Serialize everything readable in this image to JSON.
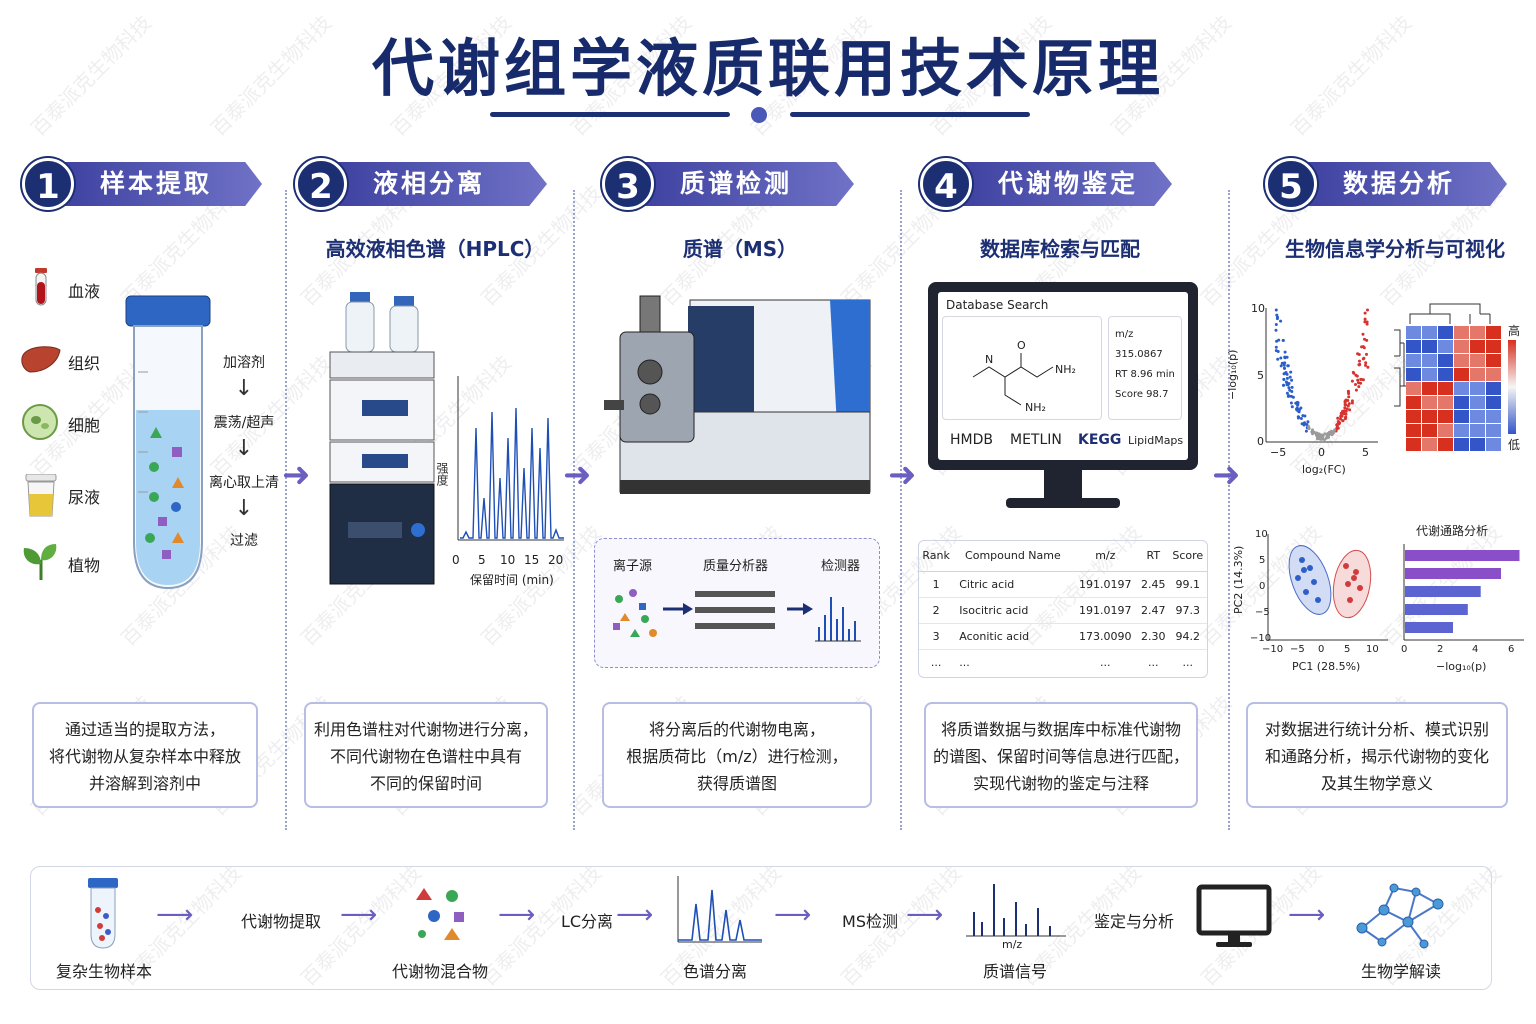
{
  "title": "代谢组学液质联用技术原理",
  "watermark": "百泰派克生物科技",
  "steps": [
    {
      "num": "1",
      "label": "样本提取",
      "subtitle": "",
      "desc": [
        "通过适当的提取方法，",
        "将代谢物从复杂样本中释放",
        "并溶解到溶剂中"
      ]
    },
    {
      "num": "2",
      "label": "液相分离",
      "subtitle": "高效液相色谱（HPLC）",
      "desc": [
        "利用色谱柱对代谢物进行分离，",
        "不同代谢物在色谱柱中具有",
        "不同的保留时间"
      ]
    },
    {
      "num": "3",
      "label": "质谱检测",
      "subtitle": "质谱（MS）",
      "desc": [
        "将分离后的代谢物电离，",
        "根据质荷比（m/z）进行检测，",
        "获得质谱图"
      ]
    },
    {
      "num": "4",
      "label": "代谢物鉴定",
      "subtitle": "数据库检索与匹配",
      "desc": [
        "将质谱数据与数据库中标准代谢物",
        "的谱图、保留时间等信息进行匹配，",
        "实现代谢物的鉴定与注释"
      ]
    },
    {
      "num": "5",
      "label": "数据分析",
      "subtitle": "生物信息学分析与可视化",
      "desc": [
        "对数据进行统计分析、模式识别",
        "和通路分析，揭示代谢物的变化",
        "及其生物学意义"
      ]
    }
  ],
  "samples": [
    "血液",
    "组织",
    "细胞",
    "尿液",
    "植物"
  ],
  "process_steps": [
    "加溶剂",
    "震荡/超声",
    "离心取上清",
    "过滤"
  ],
  "chromatogram": {
    "ylabel": "强度",
    "xlabel": "保留时间 (min)",
    "ticks": [
      "0",
      "5",
      "10",
      "15",
      "20"
    ]
  },
  "ms_parts": [
    "离子源",
    "质量分析器",
    "检测器"
  ],
  "database": {
    "header": "Database Search",
    "mz": "m/z 315.0867",
    "rt": "RT 8.96 min",
    "score": "Score 98.7",
    "dbs": [
      "HMDB",
      "METLIN",
      "KEGG",
      "LipidMaps"
    ],
    "atom_o": "O",
    "atom_n": "N",
    "atom_nh2": "NH₂",
    "atom_nh2b": "NH₂"
  },
  "table": {
    "headers": [
      "Rank",
      "Compound Name",
      "m/z",
      "RT",
      "Score"
    ],
    "rows": [
      [
        "1",
        "Citric acid",
        "191.0197",
        "2.45",
        "99.1"
      ],
      [
        "2",
        "Isocitric acid",
        "191.0197",
        "2.47",
        "97.3"
      ],
      [
        "3",
        "Aconitic acid",
        "173.0090",
        "2.30",
        "94.2"
      ],
      [
        "...",
        "...",
        "...",
        "...",
        "..."
      ]
    ]
  },
  "volcano": {
    "ylabel": "−log₁₀(p)",
    "xlabel": "log₂(FC)",
    "yticks": [
      "10",
      "5",
      "0"
    ],
    "xticks": [
      "−5",
      "0",
      "5"
    ]
  },
  "heatmap": {
    "high": "高",
    "low": "低"
  },
  "pca": {
    "xlabel": "PC1 (28.5%)",
    "ylabel": "PC2 (14.3%)",
    "yticks": [
      "10",
      "5",
      "0",
      "−5",
      "−10"
    ],
    "xticks": [
      "−10",
      "−5",
      "0",
      "5",
      "10"
    ]
  },
  "pathway": {
    "title": "代谢通路分析",
    "xlabel": "−log₁₀(p)",
    "xticks": [
      "0",
      "2",
      "4",
      "6"
    ],
    "values": [
      6.2,
      5.2,
      4.1,
      3.4,
      2.6
    ]
  },
  "bottom_flow": {
    "labels": [
      "复杂生物样本",
      "代谢物提取",
      "代谢物混合物",
      "LC分离",
      "色谱分离",
      "MS检测",
      "质谱信号",
      "鉴定与分析",
      "生物学解读"
    ],
    "mz_label": "m/z"
  }
}
